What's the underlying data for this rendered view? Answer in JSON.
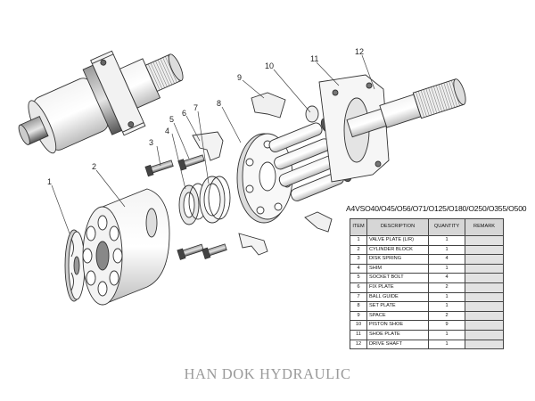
{
  "callouts": [
    "1",
    "2",
    "3",
    "4",
    "5",
    "6",
    "7",
    "8",
    "9",
    "10",
    "11",
    "12"
  ],
  "model_title": "A4VSO40/O45/O56/O71/O125/O180/O250/O355/O500",
  "table": {
    "headers": {
      "item": "ITEM",
      "description": "DESCRIPTION",
      "quantity": "QUANTITY",
      "remark": "REMARK"
    },
    "rows": [
      {
        "item": "1",
        "description": "VALVE PLATE (L/R)",
        "quantity": "1",
        "remark": ""
      },
      {
        "item": "2",
        "description": "CYLINDER BLOCK",
        "quantity": "1",
        "remark": ""
      },
      {
        "item": "3",
        "description": "DISK SPRING",
        "quantity": "4",
        "remark": ""
      },
      {
        "item": "4",
        "description": "SHIM",
        "quantity": "1",
        "remark": ""
      },
      {
        "item": "5",
        "description": "SOCKET BOLT",
        "quantity": "4",
        "remark": ""
      },
      {
        "item": "6",
        "description": "FIX PLATE",
        "quantity": "2",
        "remark": ""
      },
      {
        "item": "7",
        "description": "BALL GUIDE",
        "quantity": "1",
        "remark": ""
      },
      {
        "item": "8",
        "description": "SET PLATE",
        "quantity": "1",
        "remark": ""
      },
      {
        "item": "9",
        "description": "SPACE",
        "quantity": "2",
        "remark": ""
      },
      {
        "item": "10",
        "description": "PISTON SHOE",
        "quantity": "9",
        "remark": ""
      },
      {
        "item": "11",
        "description": "SHOE PLATE",
        "quantity": "1",
        "remark": ""
      },
      {
        "item": "12",
        "description": "DRIVE SHAFT",
        "quantity": "1",
        "remark": ""
      }
    ]
  },
  "brand": "HAN DOK HYDRAULIC"
}
